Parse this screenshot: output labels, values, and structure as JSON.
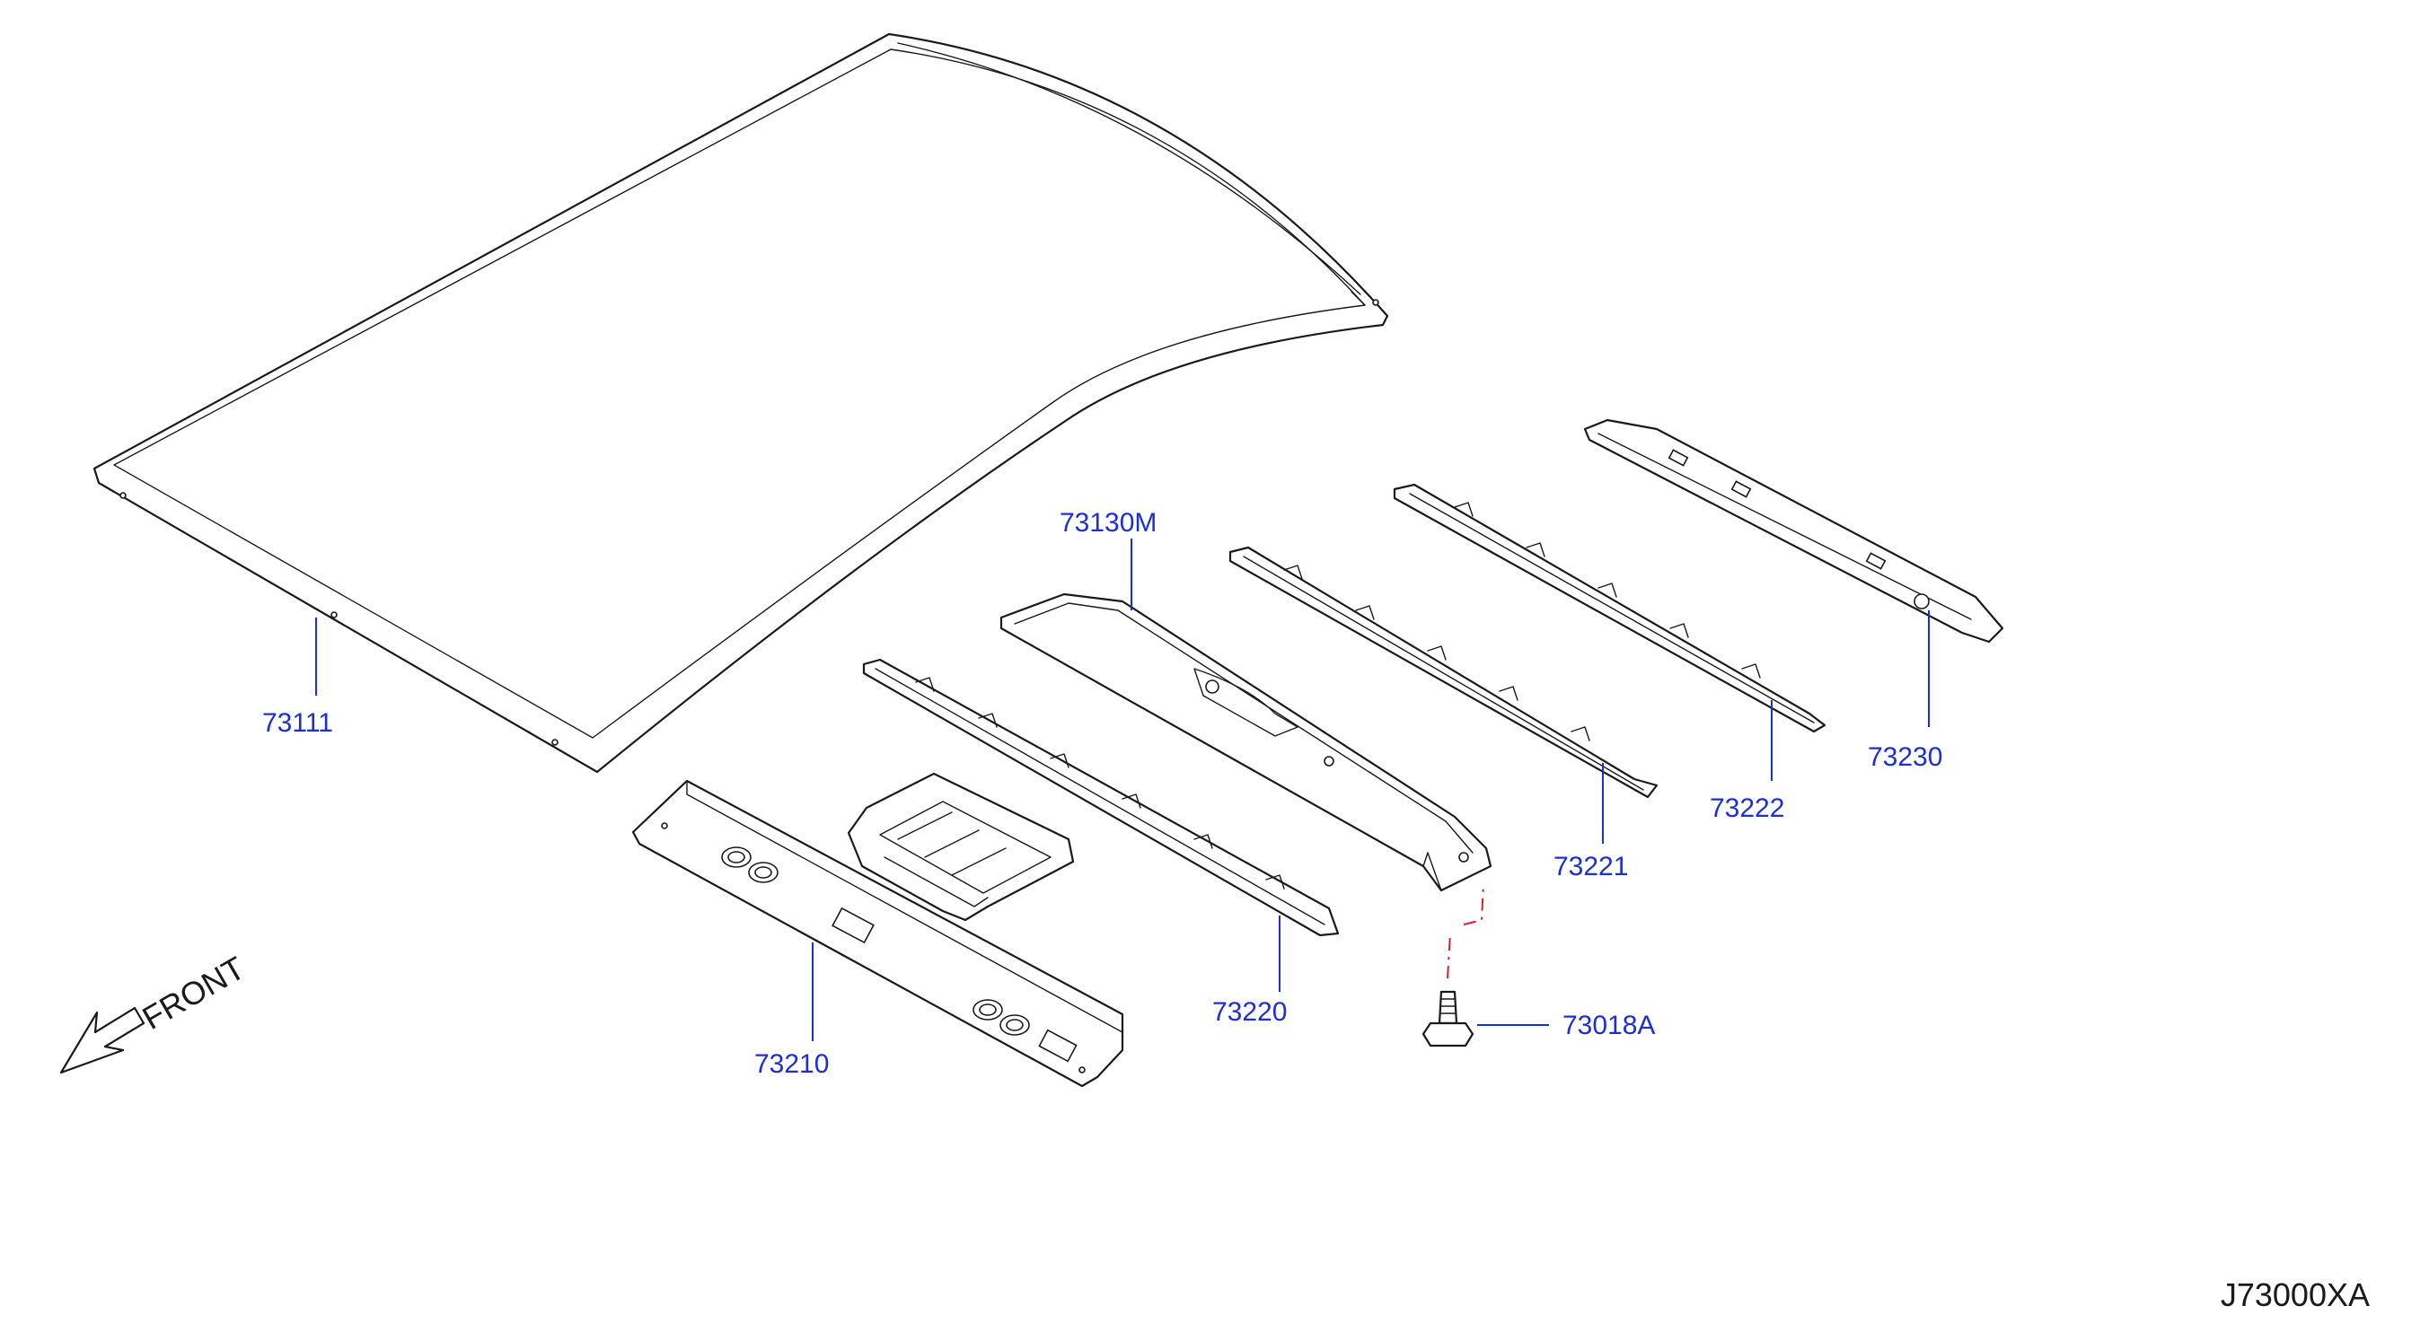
{
  "callouts": {
    "roof_panel": "73111",
    "front_rail": "73210",
    "bow_1": "73220",
    "side_rail_inner": "73130M",
    "bow_2": "73221",
    "bow_3": "73222",
    "rear_rail": "73230",
    "bolt": "73018A"
  },
  "front_label": "FRONT",
  "diagram_id": "J73000XA",
  "colors": {
    "callout_text": "#1c2fd6",
    "leader_line": "#1c2fd6",
    "dash_line": "#e0202a",
    "part_outline": "#1a1a1a"
  }
}
